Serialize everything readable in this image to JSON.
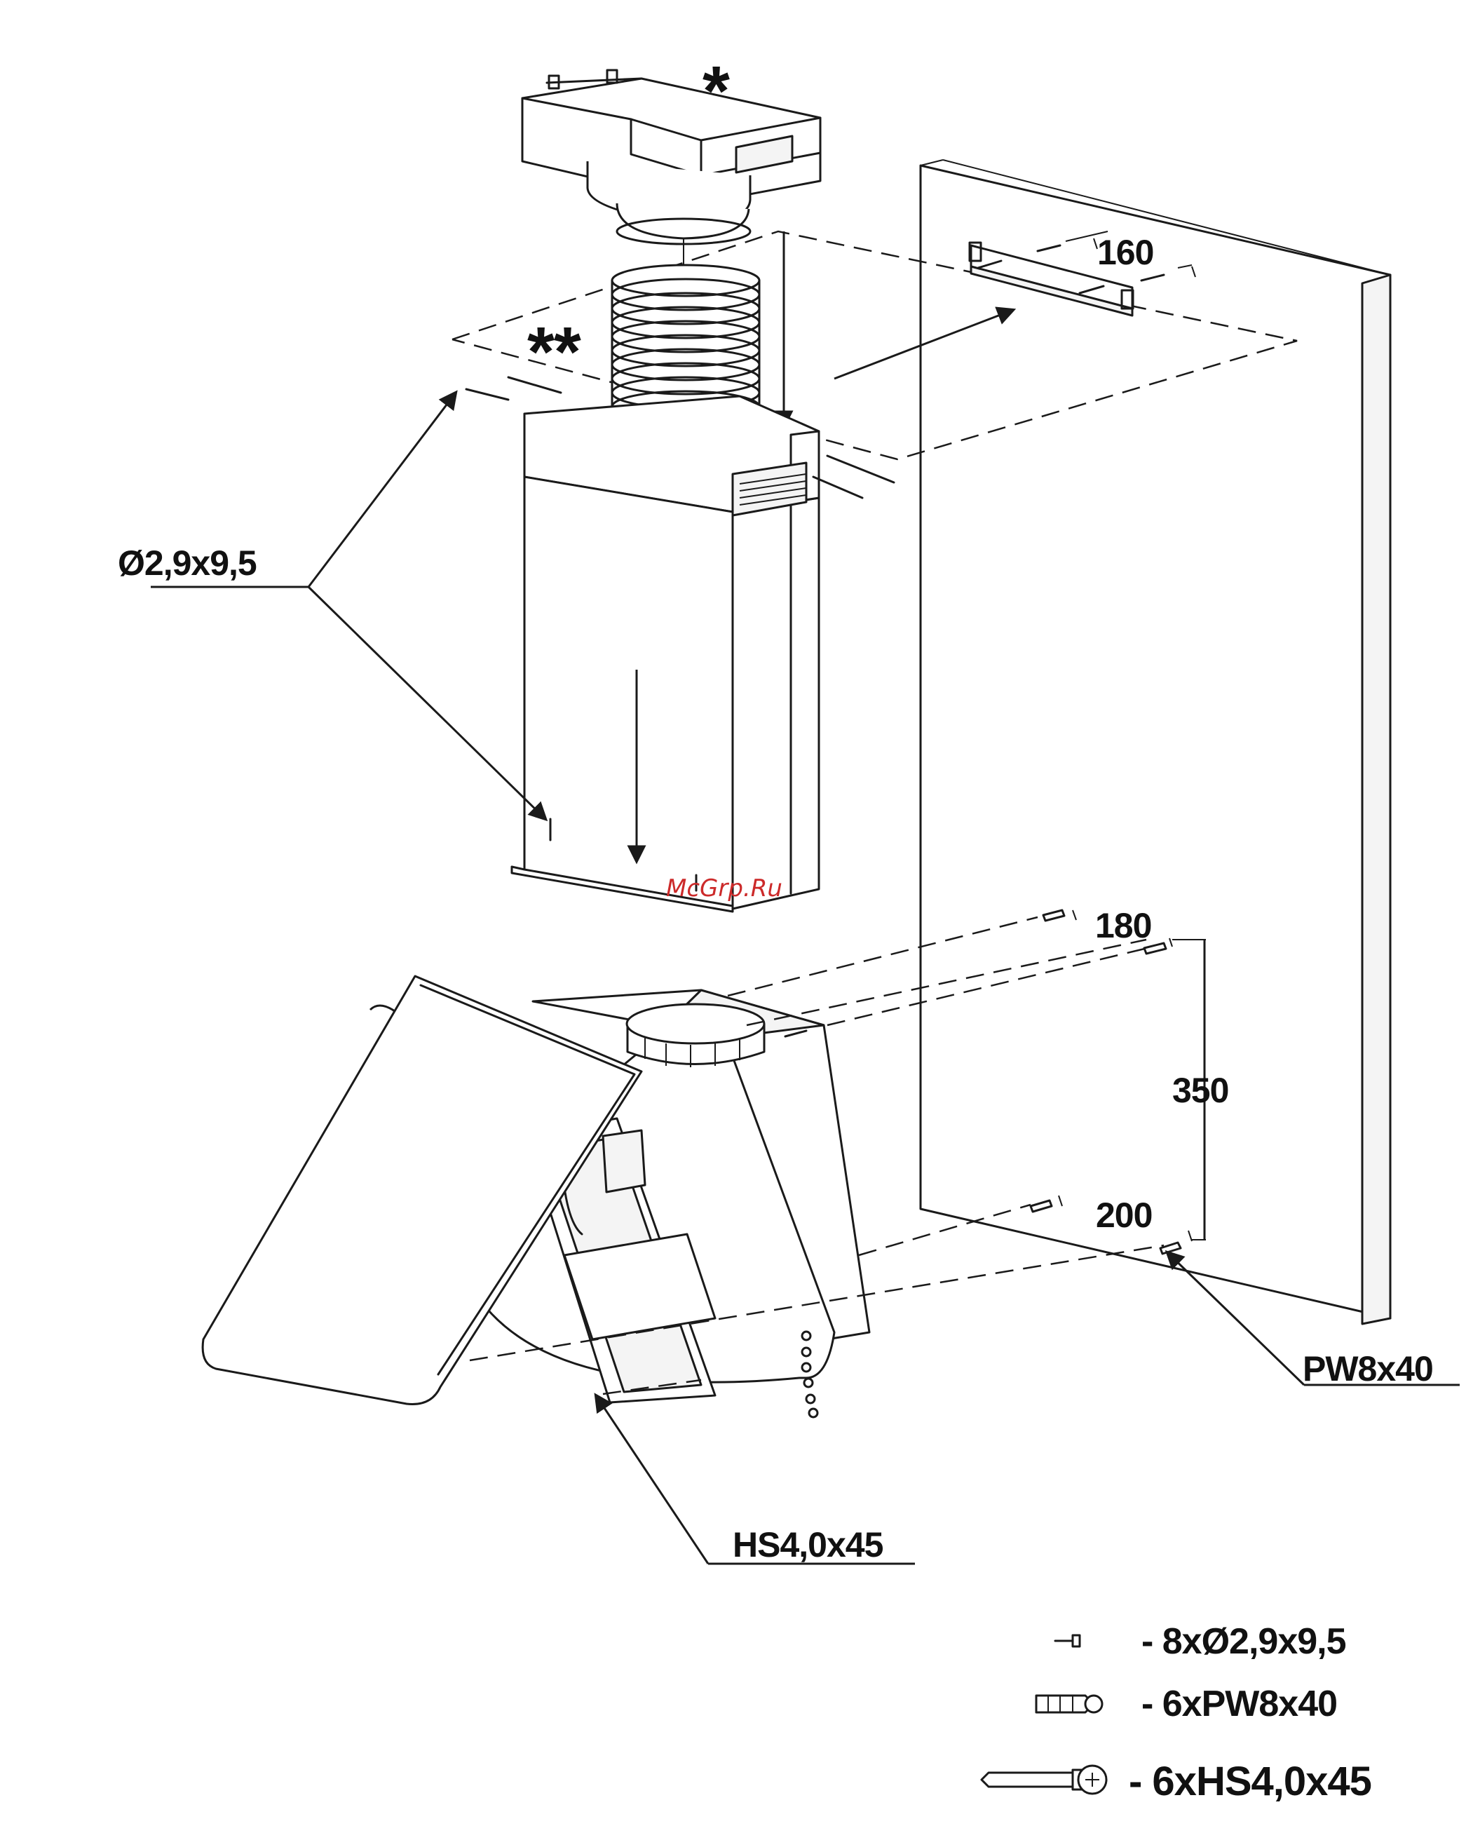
{
  "diagram": {
    "labels": {
      "single_star": "*",
      "double_star": "**",
      "dim_160": "160",
      "dim_180": "180",
      "dim_350": "350",
      "dim_200": "200",
      "screw_chimney": "Ø2,9x9,5",
      "plug_wall": "PW8x40",
      "screw_hood": "HS4,0x45"
    },
    "watermark": "McGrp.Ru",
    "parts_list": [
      {
        "icon": "small-screw-icon",
        "text": "- 8xØ2,9x9,5"
      },
      {
        "icon": "wall-plug-icon",
        "text": "- 6xPW8x40"
      },
      {
        "icon": "long-screw-icon",
        "text": "- 6xHS4,0x45"
      }
    ]
  }
}
